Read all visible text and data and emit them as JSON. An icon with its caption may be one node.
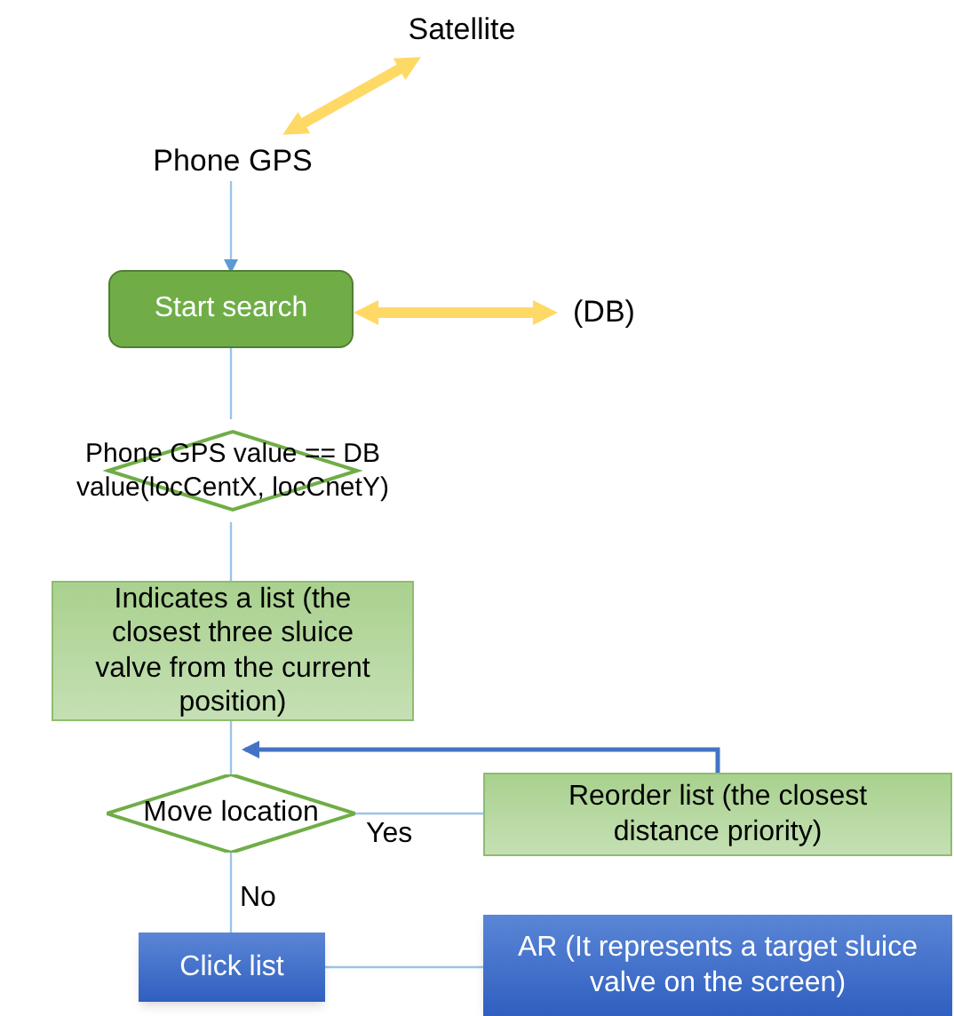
{
  "diagram": {
    "nodes": [
      {
        "text": [
          "Satellite"
        ]
      },
      {
        "text": [
          "Phone GPS"
        ]
      },
      {
        "text": [
          "Start search"
        ]
      },
      {
        "text": [
          "(DB)"
        ]
      },
      {
        "text": [
          "Phone GPS value == DB value(locCentX, locCnetY)"
        ]
      },
      {
        "text": [
          "Indicates a list (the closest three sluice valve from the current position)"
        ]
      },
      {
        "text": [
          "Move location"
        ]
      },
      {
        "text": [
          "Reorder list (the closest distance priority)"
        ]
      },
      {
        "text": [
          "Click list"
        ]
      },
      {
        "text": [
          "AR (It represents a target sluice valve on the screen)"
        ]
      }
    ],
    "edges": [
      {
        "from": 0,
        "to": 1,
        "arrow": "both",
        "style": "thick",
        "color": "#ffd966"
      },
      {
        "from": 1,
        "to": 2,
        "arrow": "to"
      },
      {
        "from": 2,
        "to": 3,
        "arrow": "both",
        "style": "thick",
        "color": "#ffd966"
      },
      {
        "from": 2,
        "to": 4,
        "arrow": "none"
      },
      {
        "from": 4,
        "to": 5,
        "arrow": "none"
      },
      {
        "from": 5,
        "to": 6,
        "arrow": "none"
      },
      {
        "from": 6,
        "to": 7,
        "arrow": "none",
        "label": "Yes"
      },
      {
        "from": 7,
        "to": 6,
        "arrow": "to",
        "color": "#4472c4"
      },
      {
        "from": 6,
        "to": 8,
        "arrow": "none",
        "label": "No"
      },
      {
        "from": 8,
        "to": 9,
        "arrow": "none"
      }
    ]
  }
}
